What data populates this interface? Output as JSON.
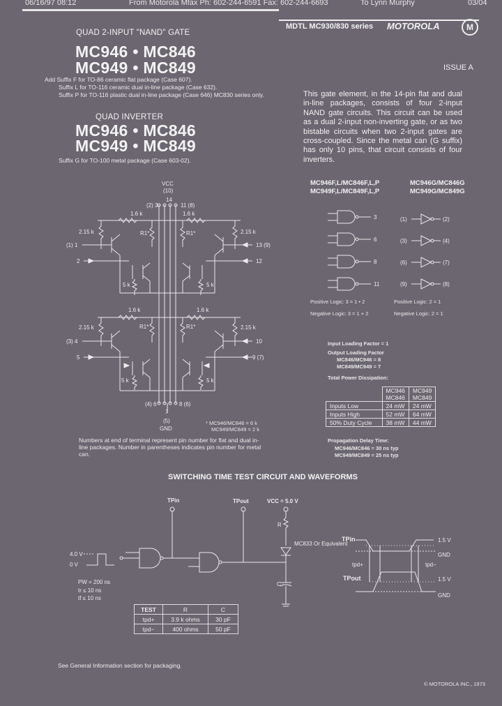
{
  "fax_header": {
    "date": "06/16/97 08:12",
    "sender": "From Motorola Mfax  Ph: 602-244-6591 Fax: 602-244-6693",
    "recipient": "To Lynn Murphy",
    "page": "03/04"
  },
  "brand_bar": {
    "text": "MDTL MC930/830 series",
    "logo_text": "MOTOROLA"
  },
  "issue": "ISSUE A",
  "nand": {
    "title": "QUAD 2-INPUT \"NAND\" GATE",
    "parts_line1": "MC946 • MC846",
    "parts_line2": "MC949 • MC849",
    "suffixes": [
      "Add Suffix F for TO-86 ceramic flat package (Case 607).",
      "Suffix L for TO-116 ceramic dual in-line package (Case 632).",
      "Suffix P for TO-116 plastic dual in-line package (Case 646) MC830 series only."
    ]
  },
  "inverter": {
    "title": "QUAD INVERTER",
    "parts_line1": "MC946 • MC846",
    "parts_line2": "MC949 • MC849",
    "suffix": "Suffix G for TO-100 metal package (Case 603-02)."
  },
  "description": "This gate element, in the 14-pin flat and dual in-line packages, consists of four 2-input NAND gate circuits. This circuit can be used as a dual 2-input non-inverting gate, or as two bistable circuits when two 2-input gates are cross-coupled. Since the metal can (G suffix) has only 10 pins, that circuit consists of four inverters.",
  "logic_header": {
    "left1": "MC946F,L/MC846F,L,P",
    "left2": "MC949F,L/MC849F,L,P",
    "right1": "MC946G/MC846G",
    "right2": "MC949G/MC849G"
  },
  "logic_pins": {
    "nand_out": [
      "3",
      "6",
      "8",
      "11"
    ],
    "inv_out": [
      "(2)",
      "(4)",
      "(7)",
      "(8)"
    ],
    "inv_in": [
      "(1)",
      "(3)",
      "(6)",
      "(9)"
    ]
  },
  "logic_eq": {
    "pos_left": "Positive Logic: 3 = 1 • 2",
    "pos_right": "Positive Logic: 2 = 1",
    "neg_left": "Negative Logic: 3 = 1 + 2",
    "neg_right": "Negative Logic: 2 = 1"
  },
  "loading": {
    "input": "Input Loading Factor = 1",
    "output_title": "Output Loading Factor",
    "out1": "MC846/MC946 = 8",
    "out2": "MC849/MC949 = 7"
  },
  "power": {
    "title": "Total Power Dissipation:",
    "header": [
      "",
      "MC946\nMC846",
      "MC949\nMC849"
    ],
    "rows": [
      [
        "Inputs Low",
        "24 mW",
        "24 mW"
      ],
      [
        "Inputs High",
        "52 mW",
        "64 mW"
      ],
      [
        "50% Duty Cycle",
        "38 mW",
        "44 mW"
      ]
    ]
  },
  "delay": {
    "title": "Propagation Delay Time:",
    "line1": "MC946/MC846 = 30 ns typ",
    "line2": "MC949/MC849 = 25 ns typ"
  },
  "schematic": {
    "vcc": "VCC",
    "vcc_pin": "(10)",
    "vcc_pin2": "14",
    "top_pins": "(2) 3",
    "top_pins_r": "11 (8)",
    "res_1k6": "1.6 k",
    "res_2k15": "2.15 k",
    "res_r1": "R1*",
    "res_5k": "5 k",
    "left_in1": "(1) 1",
    "left_in2": "2",
    "right_out1": "13 (9)",
    "right_out2": "12",
    "left_in3": "(3) 4",
    "left_in4": "5",
    "right_out3": "10",
    "right_out4": "9 (7)",
    "bottom_pins": "(4) 6",
    "bottom_pins_r": "8 (6)",
    "gnd_pin": "7",
    "gnd_pin2": "(5)",
    "gnd": "GND",
    "note_r1a": "* MC946/MC846 = 6 k",
    "note_r1b": "MC949/MC849 = 2 k",
    "note": "Numbers at end of terminal represent pin number for flat and dual in-line packages. Number in parentheses indicates pin number for metal can."
  },
  "switching": {
    "title": "SWITCHING TIME TEST CIRCUIT AND WAVEFORMS",
    "tp_in": "TPin",
    "tp_out": "TPout",
    "vcc": "VCC = 5.0 V",
    "r": "R",
    "c": "C",
    "diode": "MC833 Or Equivalent",
    "v_hi": "4.0 V",
    "v_lo": "0 V",
    "pw": "PW = 200 ns",
    "tr": "tr ≤ 10 ns",
    "tf": "tf ≤ 10 ns",
    "wave_tpin": "TPin",
    "wave_tpout": "TPout",
    "v15": "1.5 V",
    "gnd": "GND",
    "tpd_plus": "tpd+",
    "tpd_minus": "tpd−",
    "test_header": [
      "TEST",
      "R",
      "C"
    ],
    "test_rows": [
      [
        "tpd+",
        "3.9 k ohms",
        "30 pF"
      ],
      [
        "tpd−",
        "400 ohms",
        "50 pF"
      ]
    ]
  },
  "footer_note": "See General Information section for packaging.",
  "copyright": "© MOTOROLA INC., 1973",
  "colors": {
    "page": "#6b6670",
    "ink": "#f2f2f2"
  }
}
